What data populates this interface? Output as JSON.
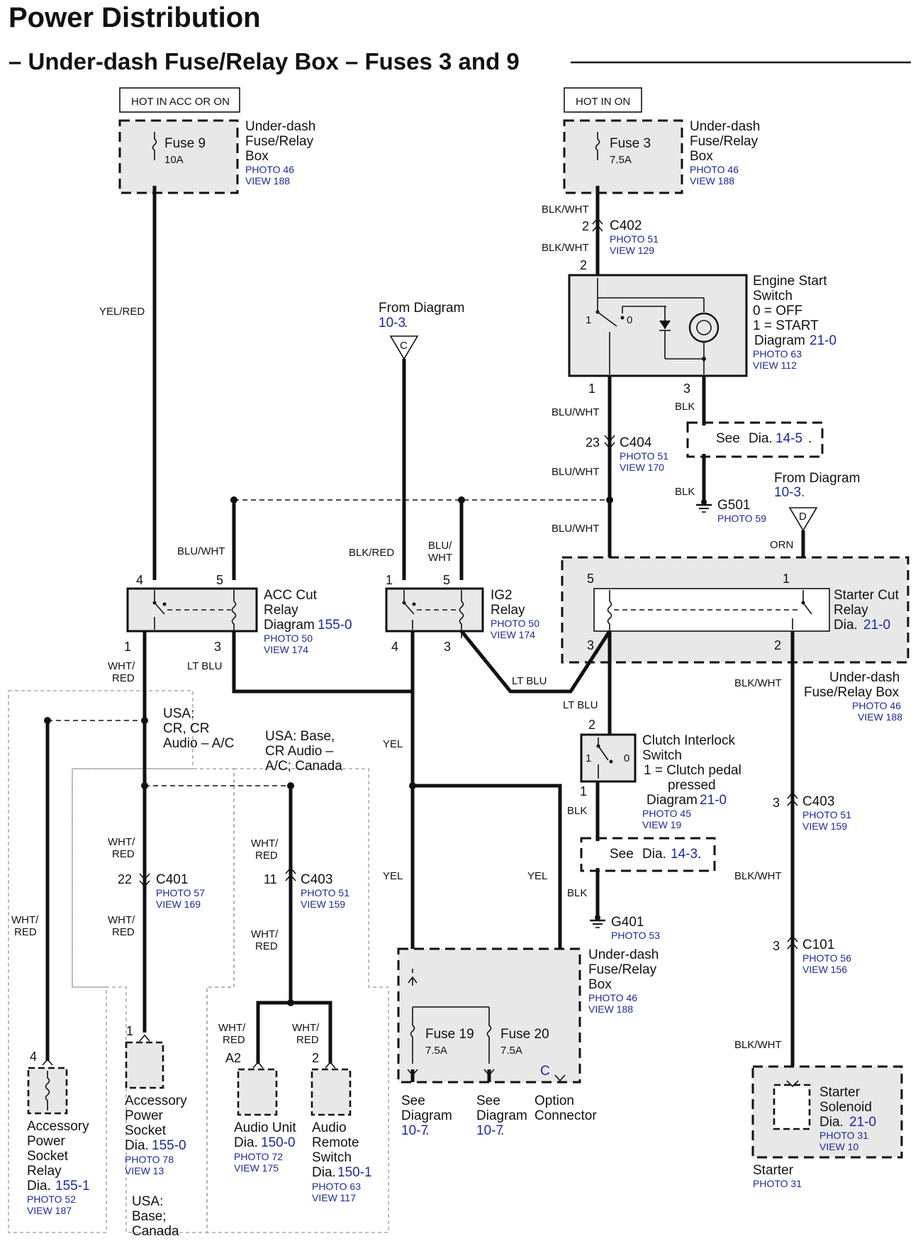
{
  "title": "Power Distribution",
  "subtitle": "– Under-dash Fuse/Relay Box – Fuses 3 and 9",
  "power_tags": {
    "left": "HOT IN ACC OR ON",
    "right": "HOT IN ON"
  },
  "fuse_box_top_left": {
    "fuse": "Fuse 9",
    "rating": "10A",
    "name": [
      "Under-dash",
      "Fuse/Relay",
      "Box"
    ],
    "photo": "PHOTO 46",
    "view": "VIEW 188"
  },
  "fuse_box_top_right": {
    "fuse": "Fuse 3",
    "rating": "7.5A",
    "name": [
      "Under-dash",
      "Fuse/Relay",
      "Box"
    ],
    "photo": "PHOTO 46",
    "view": "VIEW 188"
  },
  "wires": {
    "yel_red": "YEL/RED",
    "blk_wht_1": "BLK/WHT",
    "blk_wht_2": "BLK/WHT",
    "blu_wht_1": "BLU/WHT",
    "blu_wht_2": "BLU/WHT",
    "blu_wht_3": "BLU/WHT",
    "blu_wht_acc": "BLU/WHT",
    "blk_red": "BLK/RED",
    "blu_wht_ig2": [
      "BLU/",
      "WHT"
    ],
    "blk_1": "BLK",
    "blk_2": "BLK",
    "orn": "ORN",
    "wht_red_acc": [
      "WHT/",
      "RED"
    ],
    "lt_blu_1": "LT BLU",
    "lt_blu_2": "LT BLU",
    "lt_blu_3": "LT BLU",
    "blk_wht_starter_1": "BLK/WHT",
    "blk_wht_starter_2": "BLK/WHT",
    "blk_wht_starter_3": "BLK/WHT",
    "yel_1": "YEL",
    "yel_2": "YEL",
    "yel_3": "YEL",
    "blk_clutch_1": "BLK",
    "blk_clutch_2": "BLK",
    "wht_red_a": [
      "WHT/",
      "RED"
    ],
    "wht_red_b": [
      "WHT/",
      "RED"
    ],
    "wht_red_c": [
      "WHT/",
      "RED"
    ],
    "wht_red_d": [
      "WHT/",
      "RED"
    ],
    "wht_red_e": [
      "WHT/",
      "RED"
    ],
    "wht_red_f": [
      "WHT/",
      "RED"
    ],
    "wht_red_g": [
      "WHT/",
      "RED"
    ]
  },
  "connectors": {
    "c402": {
      "name": "C402",
      "pin_top": "2",
      "pin_bottom": "2",
      "photo": "PHOTO 51",
      "view": "VIEW 129"
    },
    "c404": {
      "name": "C404",
      "pin": "23",
      "photo": "PHOTO 51",
      "view": "VIEW 170"
    },
    "c403_right": {
      "name": "C403",
      "pin": "3",
      "photo": "PHOTO 51",
      "view": "VIEW 159"
    },
    "c101": {
      "name": "C101",
      "pin": "3",
      "photo": "PHOTO 56",
      "view": "VIEW 156"
    },
    "c401": {
      "name": "C401",
      "pin": "22",
      "photo": "PHOTO 57",
      "view": "VIEW 169"
    },
    "c403_left": {
      "name": "C403",
      "pin": "11",
      "photo": "PHOTO 51",
      "view": "VIEW 159"
    }
  },
  "engine_start_switch": {
    "name": [
      "Engine Start",
      "Switch"
    ],
    "states": [
      "0  = OFF",
      "1  = START"
    ],
    "diagram_prefix": "Diagram",
    "diagram_ref": "21-0",
    "photo": "PHOTO 63",
    "view": "VIEW 112",
    "pin_1": "1",
    "pin_3": "3",
    "sw_1": "1",
    "sw_0": "0"
  },
  "see_dia_top": {
    "text": "See",
    "dia": "Dia.",
    "ref": "14-5",
    "dot": "."
  },
  "g501": {
    "name": "G501",
    "photo": "PHOTO 59"
  },
  "from_diagram_c": {
    "text": "From Diagram",
    "ref": "10-3",
    "dot": ".",
    "letter": "C"
  },
  "from_diagram_d": {
    "text": "From Diagram",
    "ref": "10-3",
    "dot": ".",
    "letter": "D"
  },
  "acc_cut_relay": {
    "name": [
      "ACC Cut",
      "Relay"
    ],
    "diagram_prefix": "Diagram",
    "diagram_ref": "155-0",
    "photo": "PHOTO 50",
    "view": "VIEW 174",
    "pins": {
      "p4": "4",
      "p5": "5",
      "p1": "1",
      "p3": "3"
    }
  },
  "ig2_relay": {
    "name": [
      "IG2",
      "Relay"
    ],
    "photo": "PHOTO 50",
    "view": "VIEW 174",
    "pins": {
      "p1": "1",
      "p5": "5",
      "p4": "4",
      "p3": "3"
    }
  },
  "starter_cut_relay": {
    "name": [
      "Starter Cut",
      "Relay"
    ],
    "dia_prefix": "Dia.",
    "dia_ref": "21-0",
    "pins": {
      "p5": "5",
      "p1": "1",
      "p3": "3",
      "p2": "2"
    },
    "box_name": [
      "Under-dash",
      "Fuse/Relay Box"
    ],
    "photo": "PHOTO 46",
    "view": "VIEW 188"
  },
  "clutch_switch": {
    "name": [
      "Clutch Interlock",
      "Switch"
    ],
    "states": [
      "1 = Clutch pedal",
      "pressed"
    ],
    "diagram_prefix": "Diagram",
    "diagram_ref": "21-0",
    "photo": "PHOTO 45",
    "view": "VIEW 19",
    "pin_2": "2",
    "pin_1": "1",
    "sw_1": "1",
    "sw_0": "0"
  },
  "see_dia_mid": {
    "text": "See",
    "dia": "Dia.",
    "ref": "14-3",
    "dot": "."
  },
  "g401": {
    "name": "G401",
    "photo": "PHOTO 53"
  },
  "region_usa_cr": [
    "USA:",
    "CR, CR",
    "Audio – A/C"
  ],
  "region_usa_base": [
    "USA: Base,",
    "CR Audio –",
    "A/C; Canada"
  ],
  "region_usa_base_canada": [
    "USA:",
    "Base;",
    "Canada"
  ],
  "fuse_box_bottom": {
    "fuse_19": "Fuse 19",
    "fuse_19_rating": "7.5A",
    "fuse_20": "Fuse 20",
    "fuse_20_rating": "7.5A",
    "letter": "C",
    "name": [
      "Under-dash",
      "Fuse/Relay",
      "Box"
    ],
    "photo": "PHOTO 46",
    "view": "VIEW 188"
  },
  "see_diagram_1": {
    "text": [
      "See",
      "Diagram"
    ],
    "ref": "10-7",
    "dot": "."
  },
  "see_diagram_2": {
    "text": [
      "See",
      "Diagram"
    ],
    "ref": "10-7",
    "dot": "."
  },
  "option_connector": [
    "Option",
    "Connector"
  ],
  "acc_socket_relay": {
    "pin": "4",
    "name": [
      "Accessory",
      "Power",
      "Socket",
      "Relay"
    ],
    "dia_prefix": "Dia.",
    "dia_ref": "155-1",
    "photo": "PHOTO 52",
    "view": "VIEW 187"
  },
  "acc_socket": {
    "pin": "1",
    "name": [
      "Accessory",
      "Power",
      "Socket"
    ],
    "dia_prefix": "Dia.",
    "dia_ref": "155-0",
    "photo": "PHOTO 78",
    "view": "VIEW 13"
  },
  "audio_unit": {
    "pin": "A2",
    "name": "Audio Unit",
    "dia_prefix": "Dia.",
    "dia_ref": "150-0",
    "photo": "PHOTO 72",
    "view": "VIEW 175"
  },
  "audio_remote": {
    "pin": "2",
    "name": [
      "Audio",
      "Remote",
      "Switch"
    ],
    "dia_prefix": "Dia.",
    "dia_ref": "150-1",
    "photo": "PHOTO 63",
    "view": "VIEW 117"
  },
  "starter": {
    "solenoid_name": [
      "Starter",
      "Solenoid"
    ],
    "dia_prefix": "Dia.",
    "dia_ref": "21-0",
    "photo": "PHOTO 31",
    "view": "VIEW 10",
    "name": "Starter",
    "starter_photo": "PHOTO 31"
  }
}
